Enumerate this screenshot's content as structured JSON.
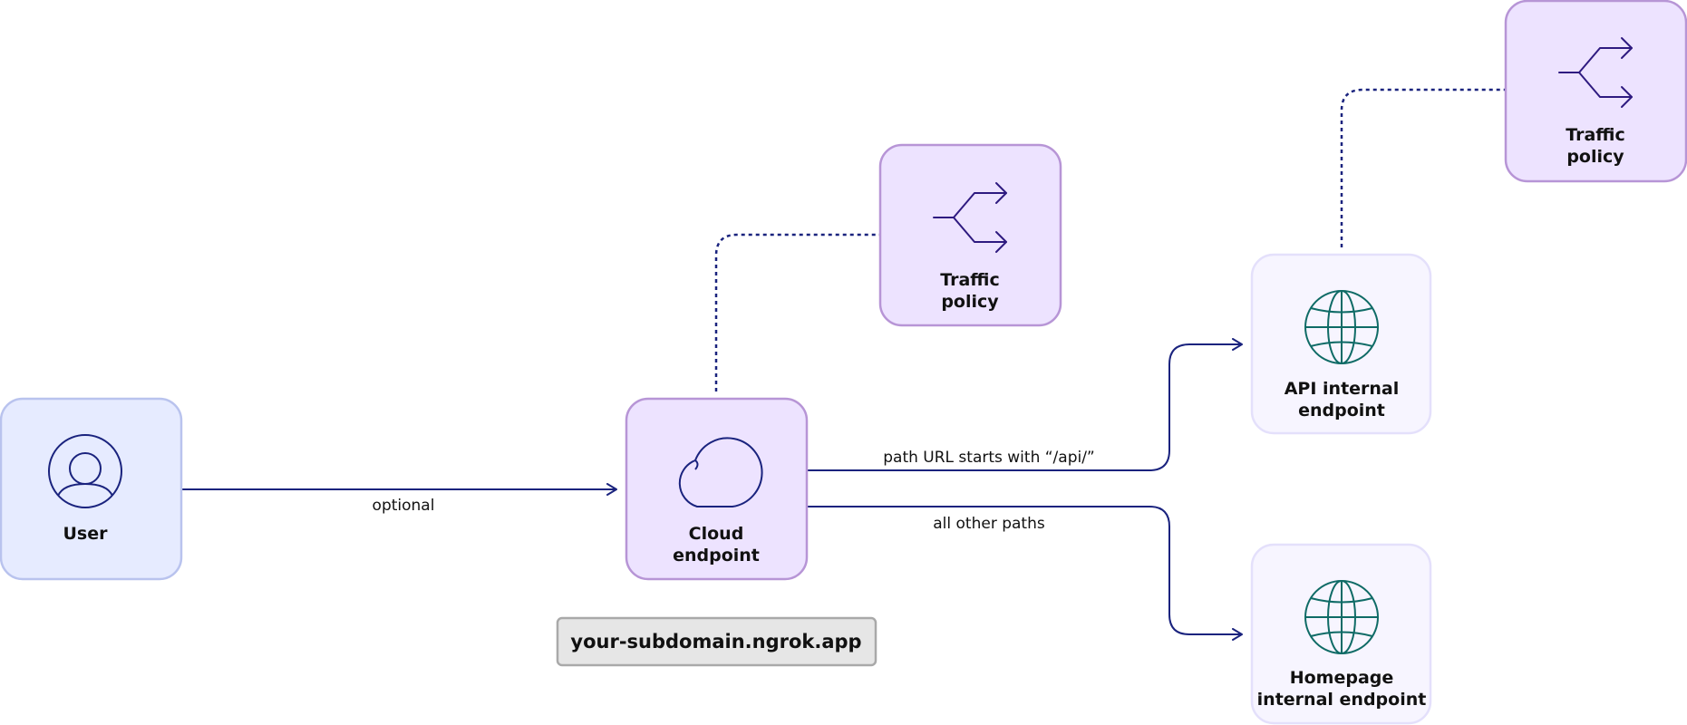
{
  "nodes": {
    "user": {
      "label": "User"
    },
    "cloud_endpoint": {
      "label_line1": "Cloud",
      "label_line2": "endpoint"
    },
    "traffic_policy_cloud": {
      "label_line1": "Traffic",
      "label_line2": "policy"
    },
    "traffic_policy_api": {
      "label_line1": "Traffic",
      "label_line2": "policy"
    },
    "api_internal": {
      "label_line1": "API internal",
      "label_line2": "endpoint"
    },
    "homepage_internal": {
      "label_line1": "Homepage",
      "label_line2": "internal endpoint"
    }
  },
  "edges": {
    "user_to_cloud": "optional",
    "cloud_to_api": "path URL starts with “/api/”",
    "cloud_to_homepage": "all other paths"
  },
  "domain": {
    "text": "your-subdomain.ngrok.app"
  },
  "icons": {
    "user": "user-icon",
    "cloud": "cloud-icon",
    "traffic_policy": "split-arrows-icon",
    "endpoint": "globe-icon"
  },
  "colors": {
    "user_fill": "#e6ebff",
    "user_border": "#b9c3ee",
    "policy_fill": "#ede3ff",
    "policy_border": "#b795d6",
    "internal_fill": "#f7f5ff",
    "internal_border": "#e4e0fb",
    "edge": "#1a237e",
    "globe": "#0f6b66",
    "domain_fill": "#e6e6e6",
    "domain_border": "#a9a9a9"
  }
}
